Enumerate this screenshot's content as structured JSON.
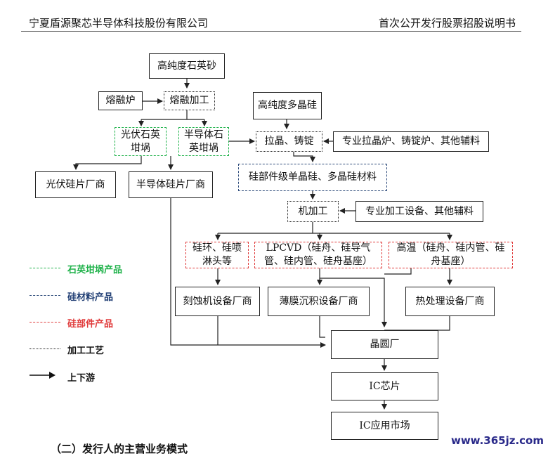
{
  "header": {
    "company": "宁夏盾源聚芯半导体科技股份有限公司",
    "doc_title": "首次公开发行股票招股说明书"
  },
  "nodes": {
    "quartz_sand": "高纯度石英砂",
    "furnace": "熔融炉",
    "fusion": "熔融加工",
    "polysilicon": "高纯度多晶硅",
    "pv_crucible": "光伏石英坩埚",
    "semi_crucible": "半导体石英坩埚",
    "pulling": "拉晶、铸锭",
    "pulling_equip": "专业拉晶炉、铸锭炉、其他辅料",
    "pv_wafer": "光伏硅片厂商",
    "semi_wafer": "半导体硅片厂商",
    "silicon_material": "硅部件级单晶硅、多晶硅材料",
    "machining": "机加工",
    "machining_equip": "专业加工设备、其他辅料",
    "etch_parts": "硅环、硅喷淋头等",
    "lpcvd_parts": "LPCVD（硅舟、硅导气管、硅内管、硅舟基座）",
    "hightemp_parts": "高温（硅舟、硅内管、硅舟基座）",
    "etch_vendor": "刻蚀机设备厂商",
    "film_vendor": "薄膜沉积设备厂商",
    "heat_vendor": "热处理设备厂商",
    "fab": "晶圆厂",
    "ic_chip": "IC芯片",
    "ic_market": "IC应用市场"
  },
  "legend": {
    "quartz": "石英坩埚产品",
    "silicon": "硅材料产品",
    "parts": "硅部件产品",
    "process": "加工工艺",
    "flow": "上下游"
  },
  "colors": {
    "quartz": "#1fb24a",
    "silicon": "#2c4a7a",
    "parts": "#e03a3a",
    "line": "#222222"
  },
  "footer": "（二）发行人的主营业务模式",
  "watermark": "www.365jz.com"
}
